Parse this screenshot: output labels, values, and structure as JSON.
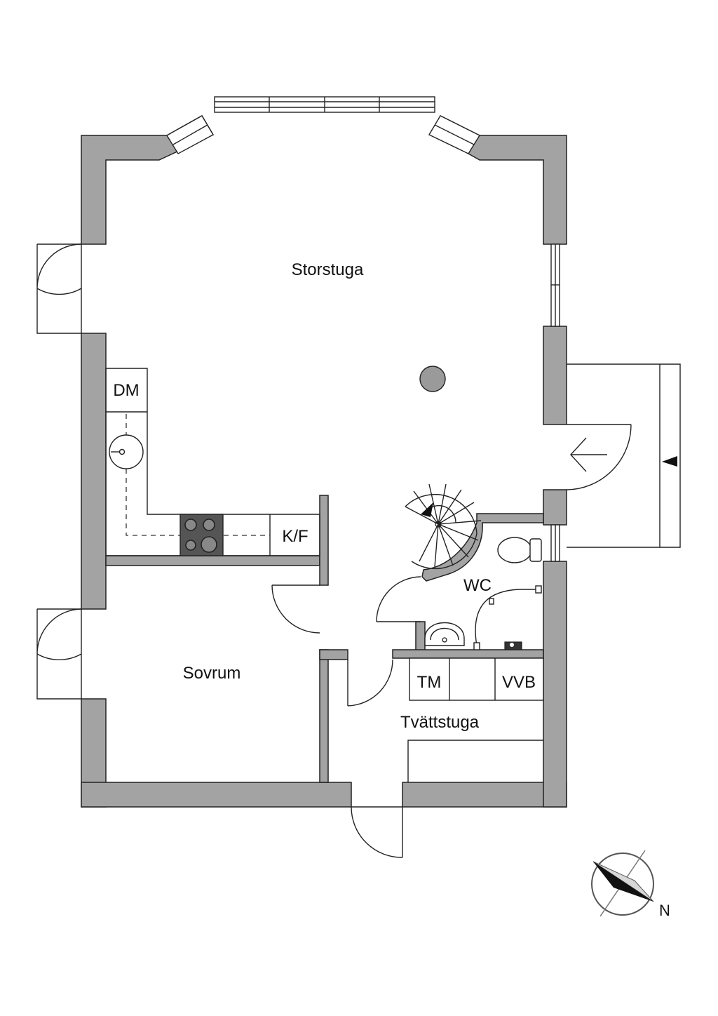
{
  "rooms": {
    "storstuga": "Storstuga",
    "sovrum": "Sovrum",
    "wc": "WC",
    "tvattstuga": "Tvättstuga"
  },
  "fixtures": {
    "dm": "DM",
    "kf": "K/F",
    "tm": "TM",
    "vvb": "VVB"
  },
  "compass": {
    "north_label": "N"
  },
  "colors": {
    "wall": "#a3a3a3",
    "line": "#222222",
    "stove": "#555555",
    "column": "#9a9a9a"
  }
}
